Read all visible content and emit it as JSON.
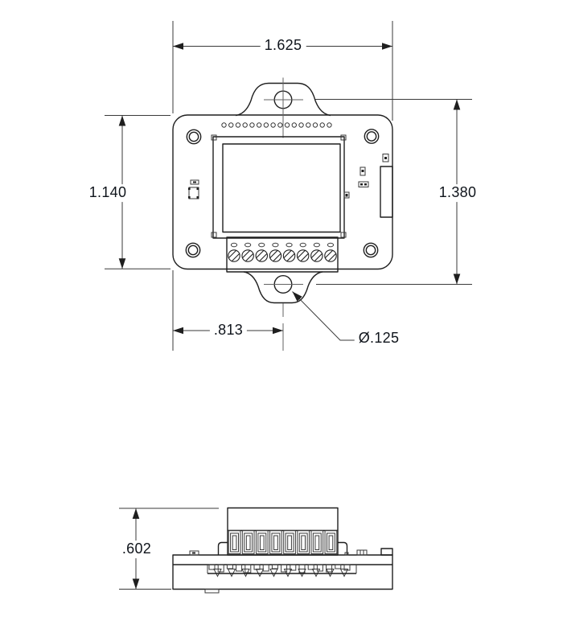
{
  "drawing": {
    "kind": "mechanical-dimension-drawing",
    "part": "lcd-terminal-board"
  },
  "dimensions": {
    "overall_width": "1.625",
    "board_height": "1.140",
    "mount_hole_span": "1.380",
    "mount_hole_offset": ".813",
    "mount_hole_diameter": "Ø.125",
    "assembly_height": ".602"
  },
  "features": {
    "via_count": 16,
    "terminal_count": 8,
    "corner_hole_count": 4,
    "side_cell_count": 8,
    "side_pin_count": 10,
    "side_lead_count": 16
  },
  "colors": {
    "line": "#1f1f1f",
    "dim_line": "#3a3a3a",
    "centerline": "#636363",
    "text": "#0f141b",
    "background": "#ffffff"
  }
}
